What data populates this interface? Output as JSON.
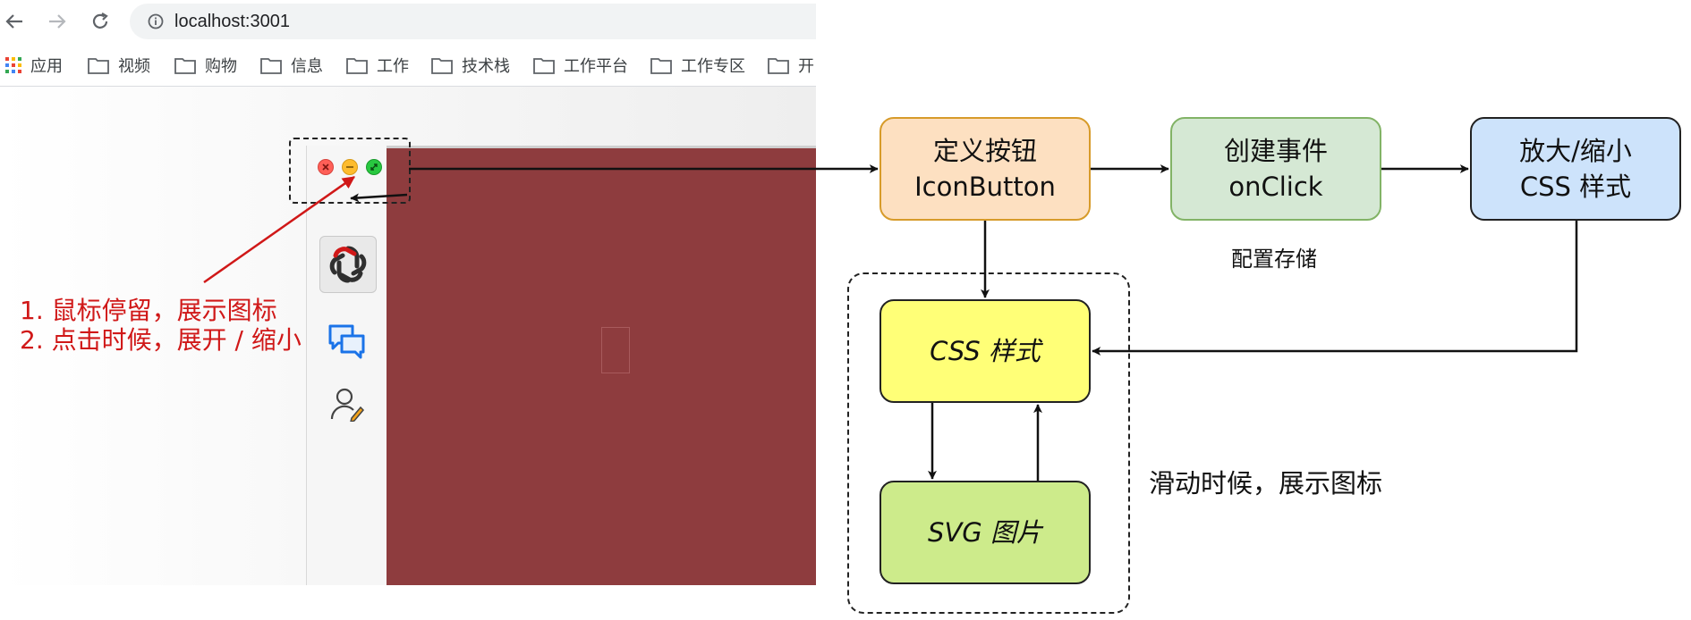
{
  "browser": {
    "url": "localhost:3001",
    "bookmarks": [
      "应用",
      "视频",
      "购物",
      "信息",
      "工作",
      "技术栈",
      "工作平台",
      "工作专区",
      "开"
    ]
  },
  "annotations": {
    "line1": "1. 鼠标停留，展示图标",
    "line2": "2. 点击时候，展开 / 缩小"
  },
  "diagram": {
    "define_button": [
      "定义按钮",
      "IconButton"
    ],
    "create_event": [
      "创建事件",
      "onClick"
    ],
    "zoom_css": [
      "放大/缩小",
      "CSS 样式"
    ],
    "css_style": "CSS 样式",
    "svg_image": "SVG 图片",
    "store_label": "配置存储",
    "slide_label": "滑动时候，展示图标"
  },
  "colors": {
    "red_panel": "#8e3c3e",
    "annotation_red": "#d01818",
    "define_fill": "#fde0c1",
    "event_fill": "#d5e8d4",
    "zoom_fill": "#cde3fb",
    "css_fill": "#ffff77",
    "svg_fill": "#cdeb8b"
  },
  "icons": [
    "back-arrow-icon",
    "forward-arrow-icon",
    "reload-icon",
    "info-icon",
    "apps-grid-icon",
    "folder-icon",
    "close-dot-icon",
    "minimize-dot-icon",
    "expand-dot-icon",
    "chatgpt-logo-icon",
    "chat-bubbles-icon",
    "user-edit-icon"
  ]
}
